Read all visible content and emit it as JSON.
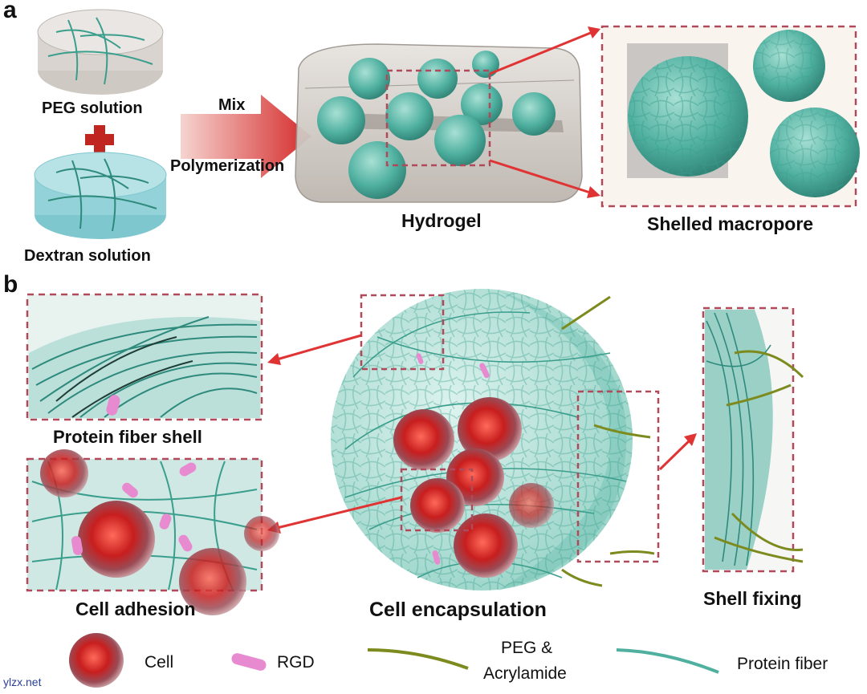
{
  "panel_a": {
    "label": "a",
    "peg_label": "PEG solution",
    "dextran_label": "Dextran solution",
    "mix_label": "Mix",
    "polymerization_label": "Polymerization",
    "hydrogel_label": "Hydrogel",
    "macropore_label": "Shelled macropore"
  },
  "panel_b": {
    "label": "b",
    "protein_shell_label": "Protein fiber shell",
    "cell_adhesion_label": "Cell adhesion",
    "cell_encapsulation_label": "Cell encapsulation",
    "shell_fixing_label": "Shell fixing"
  },
  "legend": {
    "cell": "Cell",
    "rgd": "RGD",
    "peg_line1": "PEG &",
    "peg_line2": "Acrylamide",
    "protein_fiber": "Protein fiber"
  },
  "watermark": "ylzx.net",
  "colors": {
    "teal": "#4fb0a0",
    "fiber": "#3a9e8c",
    "red_arrow": "#e03434",
    "frame": "#b04a5a",
    "cell_red": "#c81e1e",
    "rgd": "#e88ad0",
    "peg_fiber": "#7d8a1e"
  }
}
